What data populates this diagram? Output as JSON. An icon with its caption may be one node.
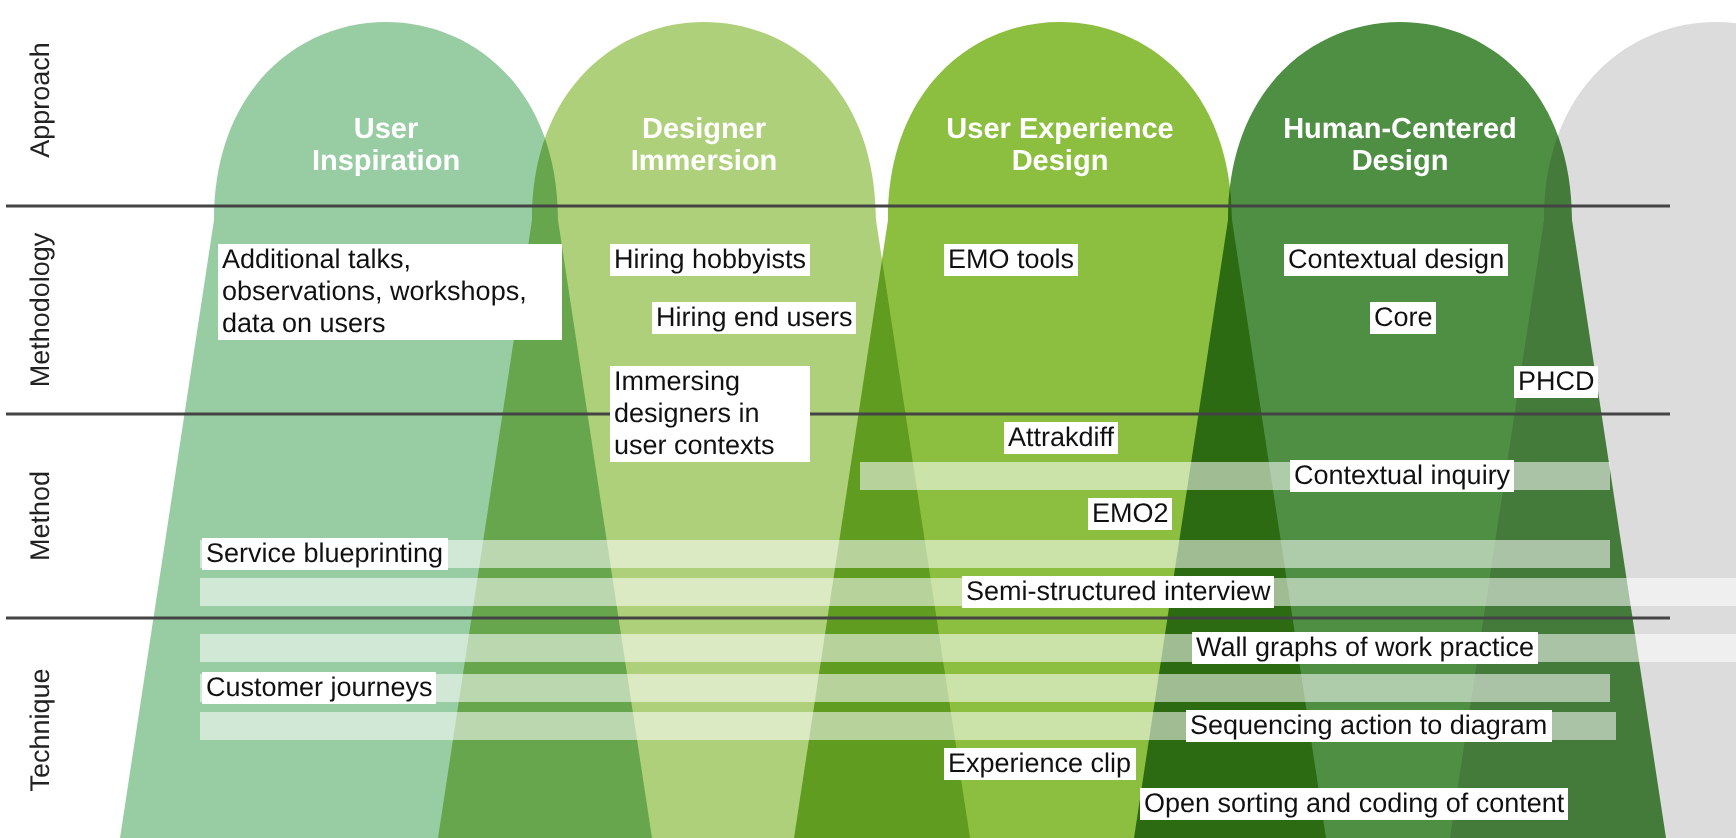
{
  "diagram": {
    "nodes": [
      {
        "text": [
          "User Inspiration"
        ]
      },
      {
        "text": [
          "Designer Immersion"
        ]
      },
      {
        "text": [
          "User Experience Design"
        ]
      },
      {
        "text": [
          "Human-Centered Design"
        ]
      },
      {
        "text": [],
        "shape": "arch"
      }
    ],
    "labels": [
      "Approach",
      "Methodology",
      "Additional talks, observations, workshops, data on users",
      "Hiring hobbyists",
      "EMO tools",
      "Contextual design",
      "Hiring end users",
      "Core",
      "Immersing designers in user contexts",
      "PHCD",
      "Method",
      "Attrakdiff",
      "Contextual inquiry",
      "EMO2",
      "Service blueprinting",
      "Semi-structured interview",
      "Technique",
      "Wall graphs of work practice",
      "Customer journeys",
      "Sequencing action to diagram",
      "Experience clip",
      "Open sorting and coding of content"
    ]
  }
}
